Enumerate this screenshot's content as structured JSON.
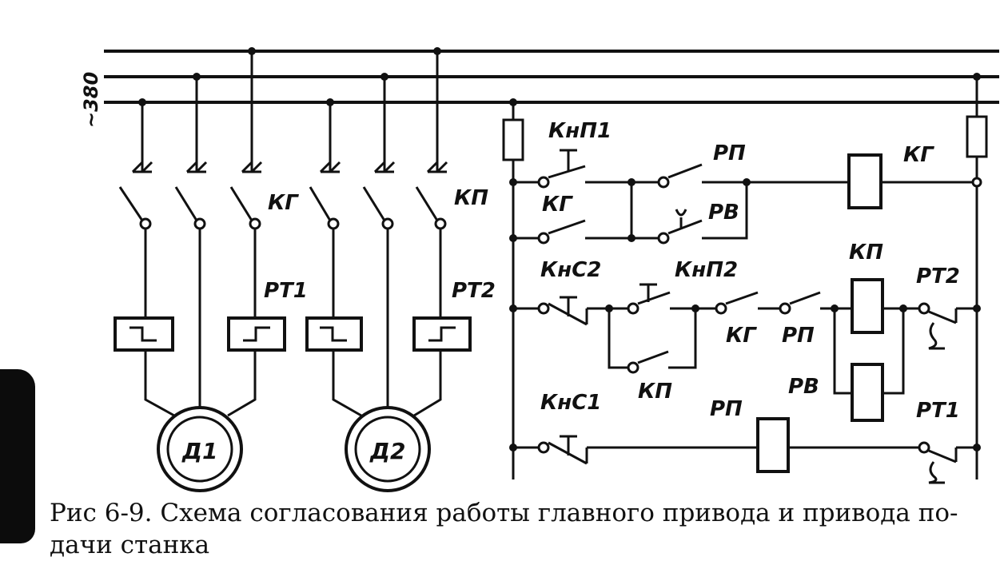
{
  "supply": {
    "voltage": "~380"
  },
  "labels": {
    "kg_contacts": "КГ",
    "kp_contacts": "КП",
    "rt1": "РТ1",
    "rt2": "РТ2",
    "motor1": "Д1",
    "motor2": "Д2",
    "knp1": "КнП1",
    "rp_row1": "РП",
    "kg_coil": "КГ",
    "kg_row2": "КГ",
    "rv_row2": "РВ",
    "kp_coil": "КП",
    "kns2": "КнС2",
    "knp2": "КнП2",
    "rt2_ctrl": "РТ2",
    "kg_row3": "КГ",
    "rp_row3": "РП",
    "kp_row3b": "КП",
    "rv_coil": "РВ",
    "kns1": "КнС1",
    "rp_coil": "РП",
    "rt1_ctrl": "РТ1"
  },
  "caption": {
    "line1": "Рис  6-9. Схема согласования работы главного привода и привода по-",
    "line2": "дачи станка"
  }
}
